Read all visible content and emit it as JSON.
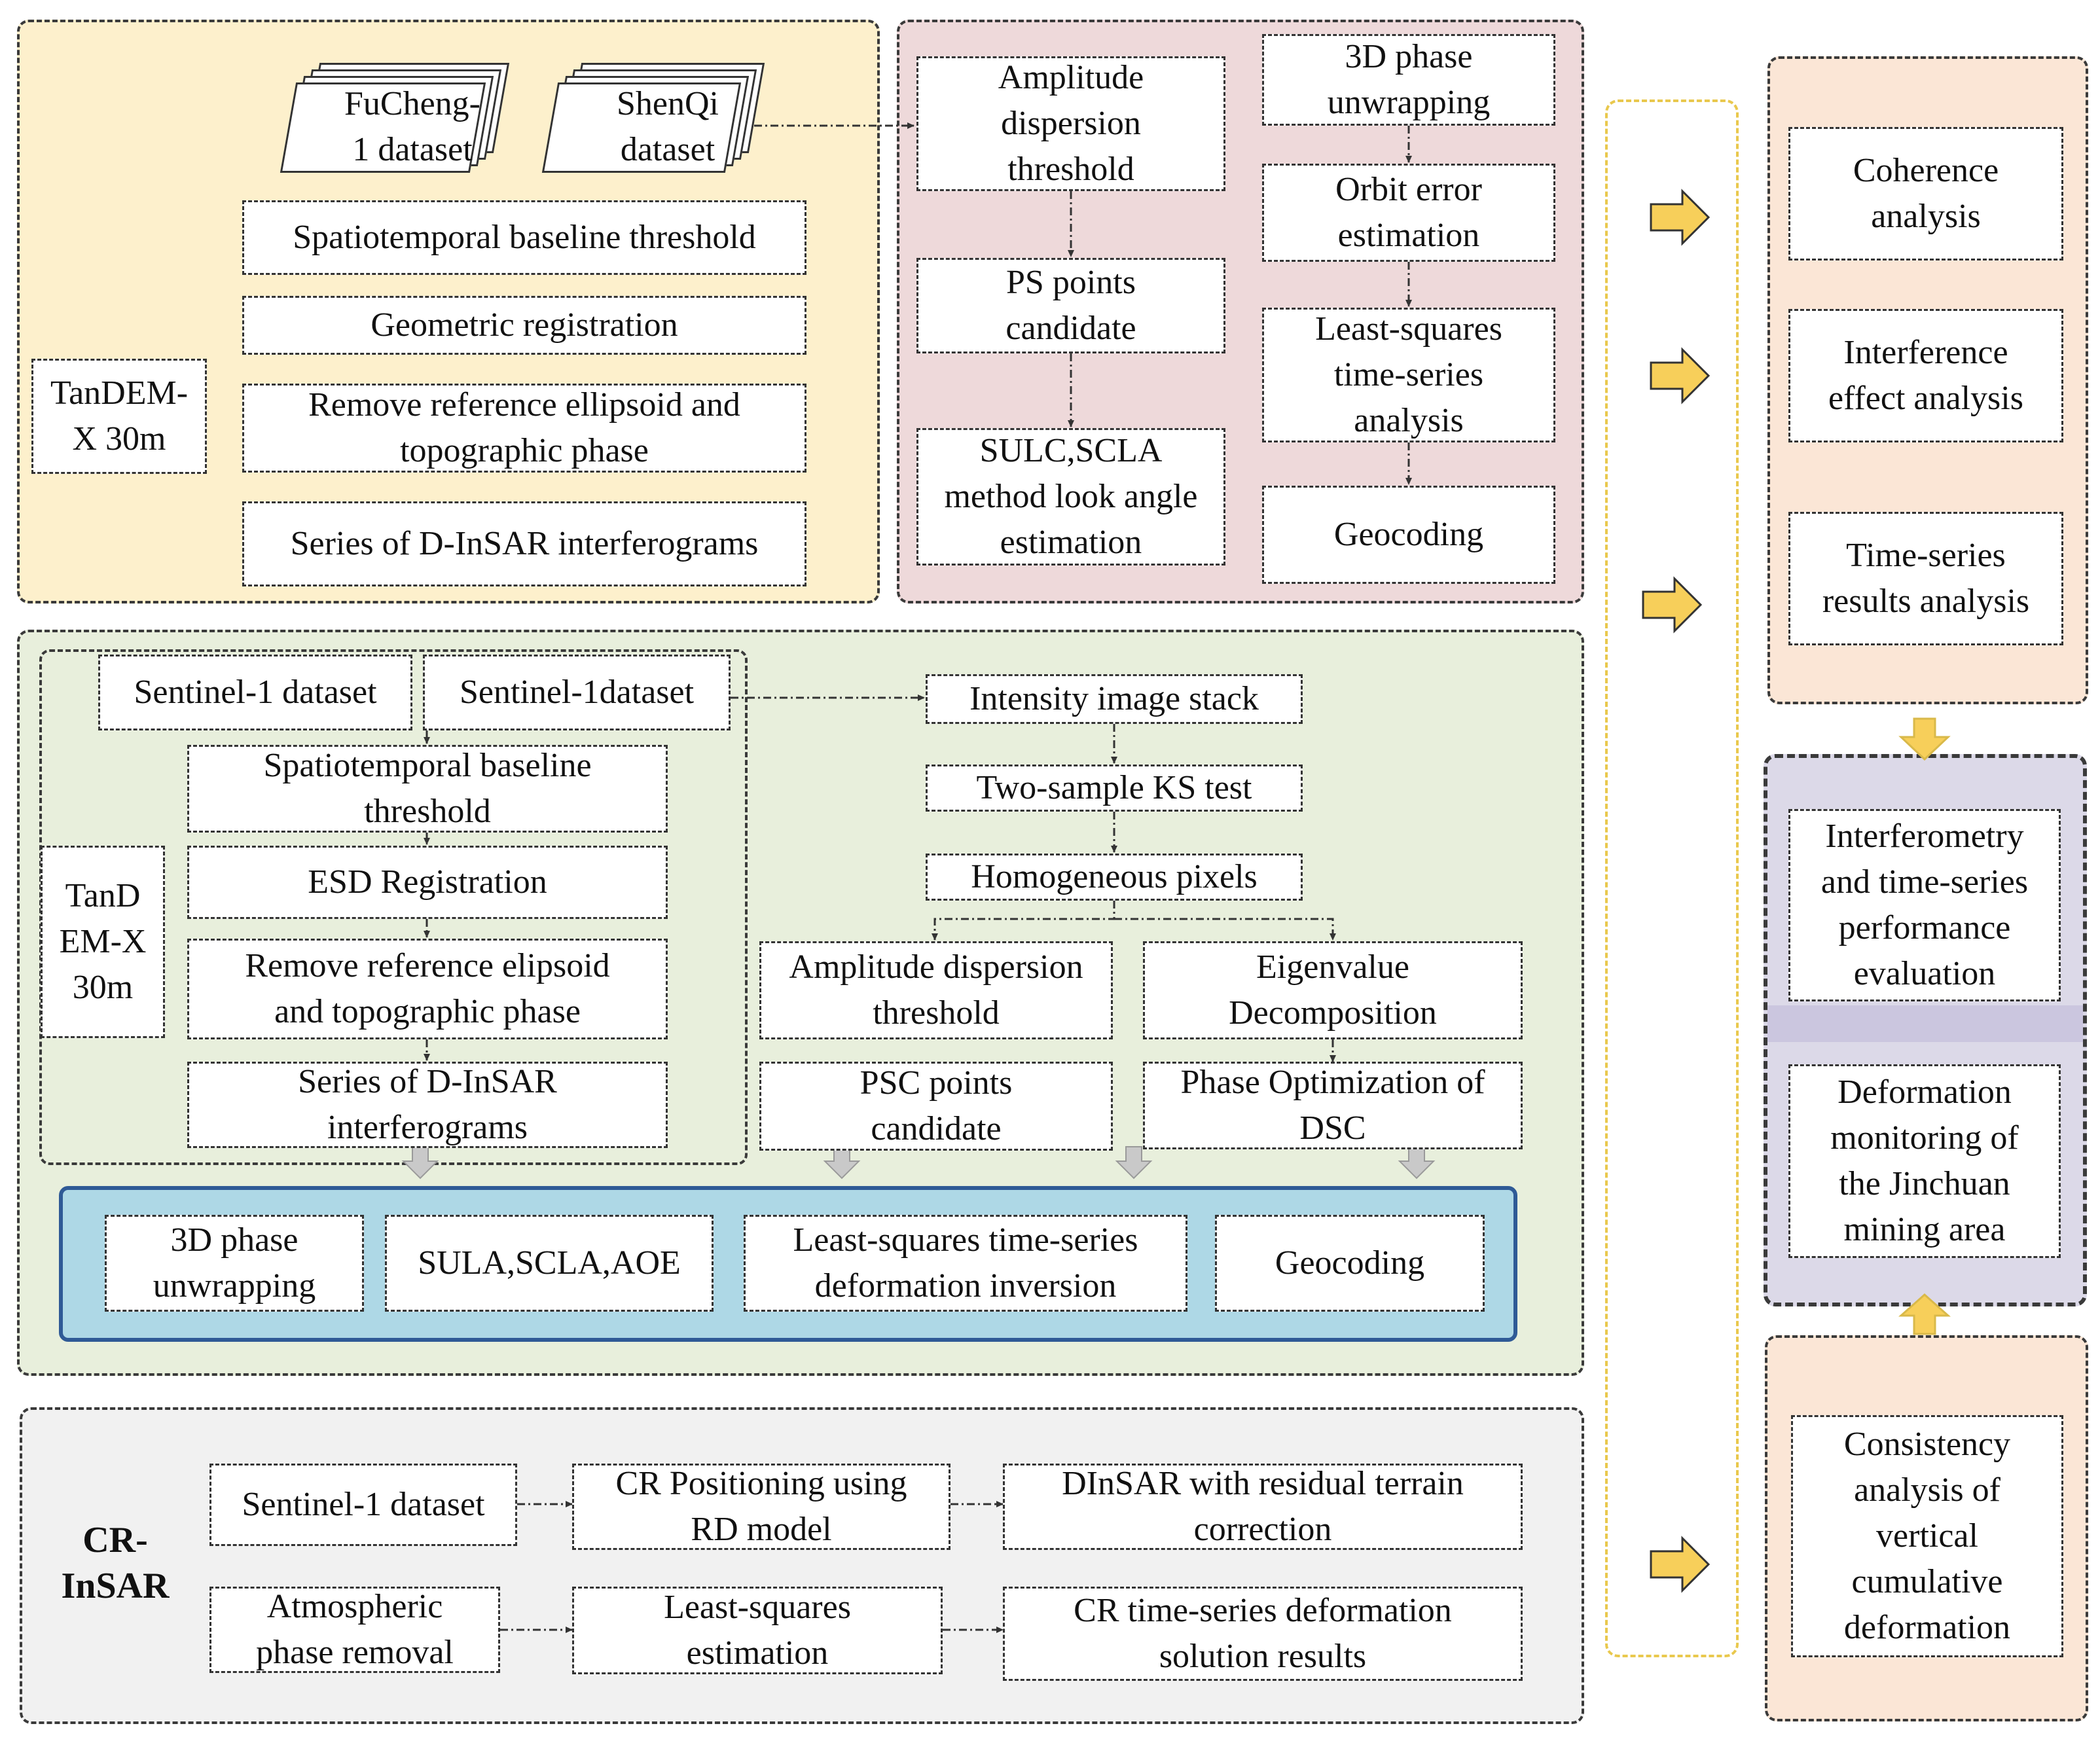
{
  "ps_section": {
    "datasets": {
      "fucheng": "FuCheng-\n1 dataset",
      "shenqi": "ShenQi\ndataset"
    },
    "dem": "TanDEM-\nX 30m",
    "preprocessing": [
      "Spatiotemporal baseline threshold",
      "Geometric registration",
      "Remove reference ellipsoid and\ntopographic phase",
      "Series of D-InSAR interferograms"
    ],
    "ps_left": [
      "Amplitude\ndispersion\nthreshold",
      "PS points\ncandidate",
      "SULC,SCLA\nmethod look angle\nestimation"
    ],
    "ps_right": [
      "3D phase\nunwrapping",
      "Orbit error\nestimation",
      "Least-squares\ntime-series\nanalysis",
      "Geocoding"
    ]
  },
  "ds_section": {
    "datasets": [
      "Sentinel-1 dataset",
      "Sentinel-1dataset"
    ],
    "dem": "TanD\nEM-X\n30m",
    "preprocessing": [
      "Spatiotemporal baseline\nthreshold",
      "ESD  Registration",
      "Remove reference elipsoid\nand topographic phase",
      "Series of D-InSAR\ninterferograms"
    ],
    "shp": [
      "Intensity image stack",
      "Two-sample KS test",
      "Homogeneous pixels"
    ],
    "branch_left": [
      "Amplitude dispersion\nthreshold",
      "PSC points\ncandidate"
    ],
    "branch_right": [
      "Eigenvalue\nDecomposition",
      "Phase Optimization of\nDSC"
    ],
    "common": [
      "3D phase\nunwrapping",
      "SULA,SCLA,AOE",
      "Least-squares time-series\ndeformation inversion",
      "Geocoding"
    ]
  },
  "cr_section": {
    "label": "CR-\nInSAR",
    "steps": [
      "Sentinel-1 dataset",
      "CR Positioning using\nRD model",
      "DInSAR with residual terrain\ncorrection",
      "Atmospheric\nphase removal",
      "Least-squares\nestimation",
      "CR time-series deformation\nsolution results"
    ]
  },
  "analysis": {
    "top": [
      "Coherence\nanalysis",
      "Interference\neffect analysis",
      "Time-series\nresults analysis"
    ],
    "middle": [
      "Interferometry\nand time-series\nperformance\nevaluation",
      "Deformation\nmonitoring of\nthe Jinchuan\nmining area"
    ],
    "bottom": [
      "Consistency\nanalysis of\nvertical\ncumulative\ndeformation"
    ]
  },
  "colors": {
    "arrow_fill": "#f7cf5a",
    "arrow_stroke": "#333333",
    "down_arrow": "#c9c9c9"
  }
}
